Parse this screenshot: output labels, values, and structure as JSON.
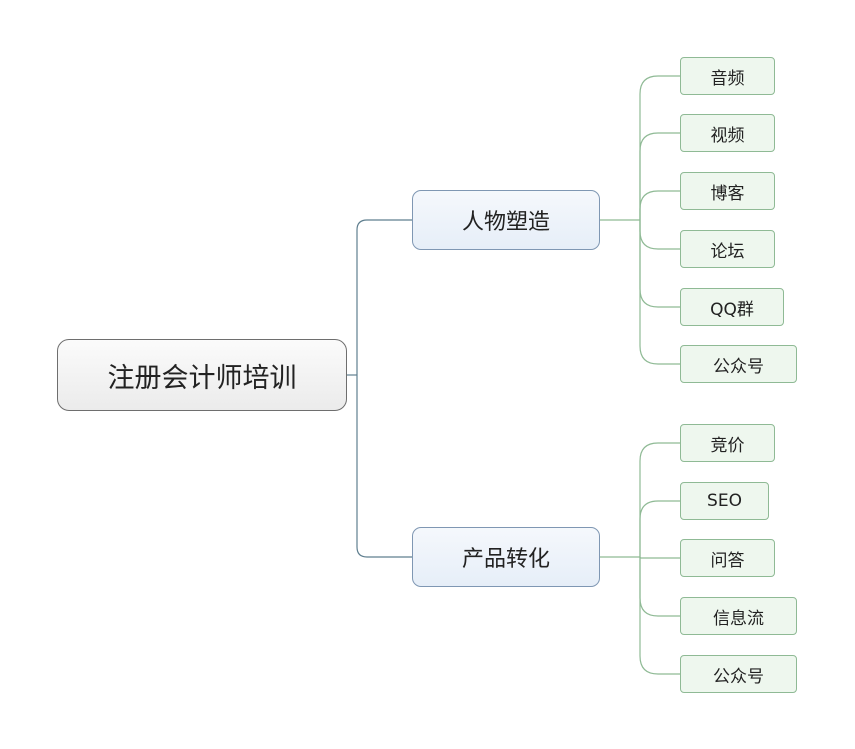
{
  "root": {
    "label": "注册会计师培训"
  },
  "branches": [
    {
      "label": "人物塑造",
      "children": [
        "音频",
        "视频",
        "博客",
        "论坛",
        "QQ群",
        "公众号"
      ]
    },
    {
      "label": "产品转化",
      "children": [
        "竞价",
        "SEO",
        "问答",
        "信息流",
        "公众号"
      ]
    }
  ],
  "colors": {
    "root_border": "#6e6e6e",
    "root_line": "#5f7f8f",
    "branch_border": "#7f97b3",
    "leaf_border": "#8fba95",
    "leaf_fill": "#eef7ee",
    "leaf_line": "#8fba95"
  }
}
